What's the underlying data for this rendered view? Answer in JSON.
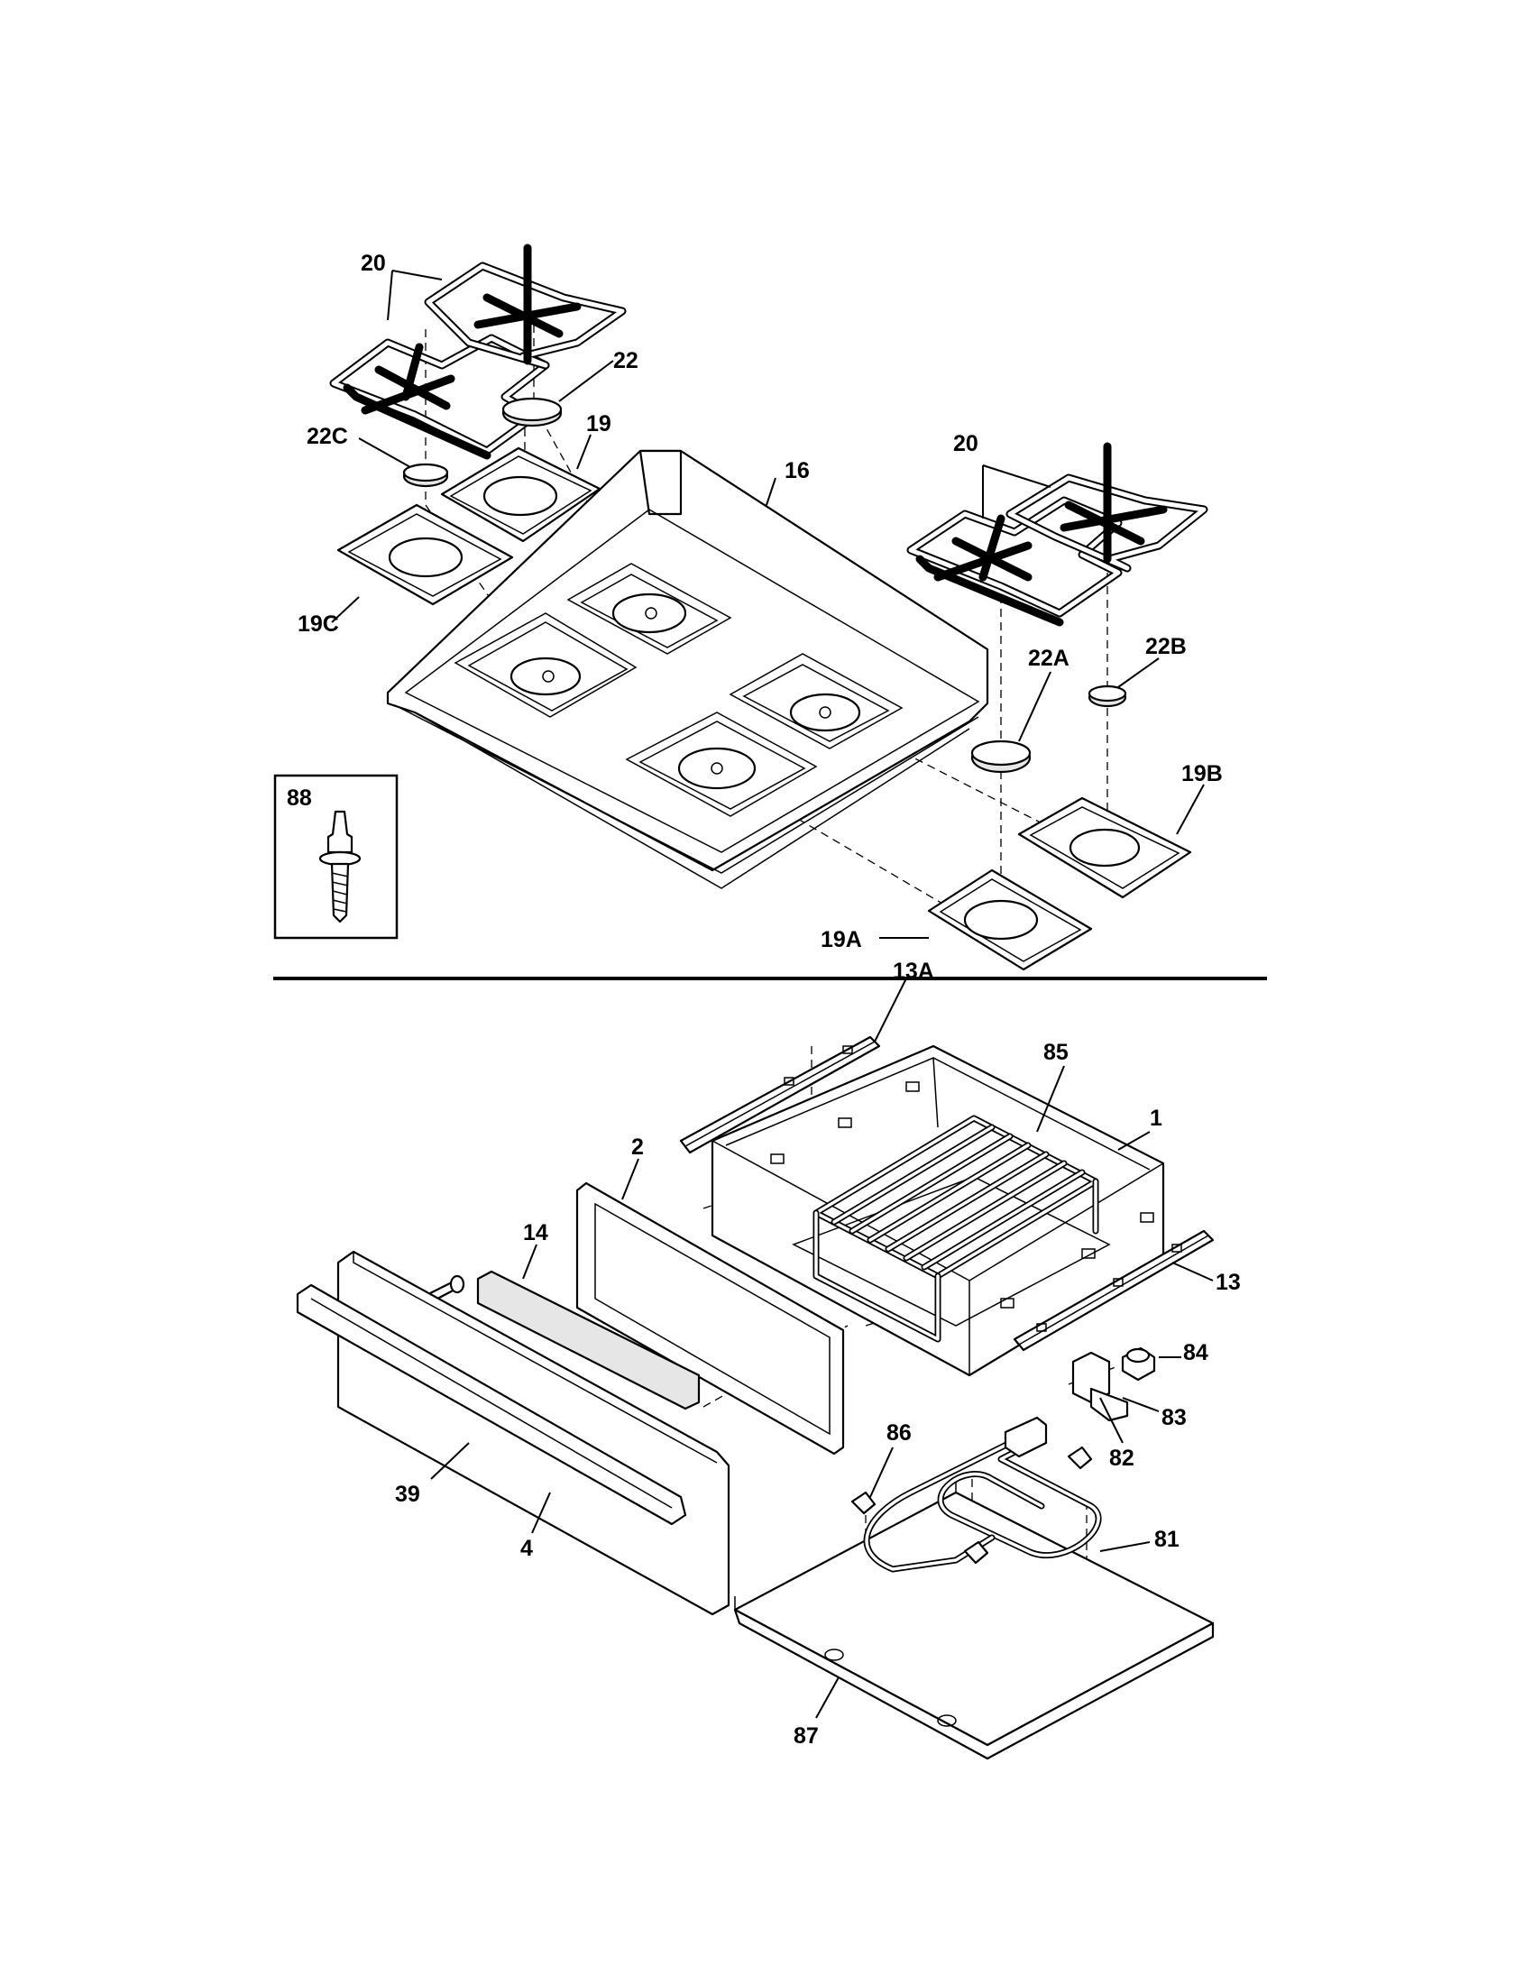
{
  "diagram": {
    "section_top": {
      "callouts": {
        "p20a": "20",
        "p22": "22",
        "p22c": "22C",
        "p19": "19",
        "p16": "16",
        "p20b": "20",
        "p19c": "19C",
        "p22a": "22A",
        "p22b": "22B",
        "p88": "88",
        "p19b": "19B",
        "p19a": "19A"
      }
    },
    "section_bottom": {
      "callouts": {
        "p13a": "13A",
        "p85": "85",
        "p1": "1",
        "p2": "2",
        "p14": "14",
        "p13": "13",
        "p84": "84",
        "p83": "83",
        "p86": "86",
        "p82": "82",
        "p39": "39",
        "p4": "4",
        "p81": "81",
        "p87": "87"
      }
    }
  }
}
